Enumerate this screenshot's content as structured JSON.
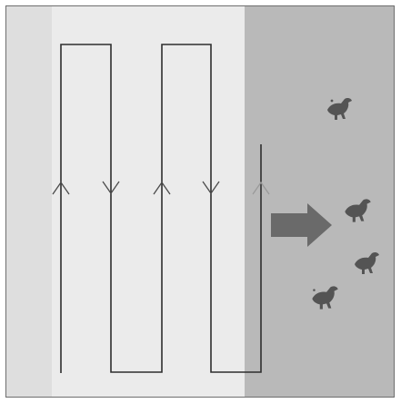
{
  "diagram": {
    "colors": {
      "background": "#dedede",
      "highlight_region": "#ebebeb",
      "shaded_region": "#b9b9b9",
      "path_line": "#2e2e2e",
      "direction_arrow": "#4a4a4a",
      "faded_direction_arrow": "#9a9a9a",
      "big_arrow_fill": "#6a6a6a",
      "figure_fill": "#545454"
    },
    "path": {
      "shape": "serpentine",
      "lane_count": 4,
      "direction_arrows": [
        "up",
        "down",
        "up",
        "down",
        "up"
      ]
    },
    "big_arrow": {
      "icon": "right-arrow-icon",
      "direction": "right"
    },
    "figures": [
      {
        "icon": "bird-icon"
      },
      {
        "icon": "bird-icon"
      },
      {
        "icon": "bird-icon"
      },
      {
        "icon": "bird-icon"
      }
    ]
  }
}
